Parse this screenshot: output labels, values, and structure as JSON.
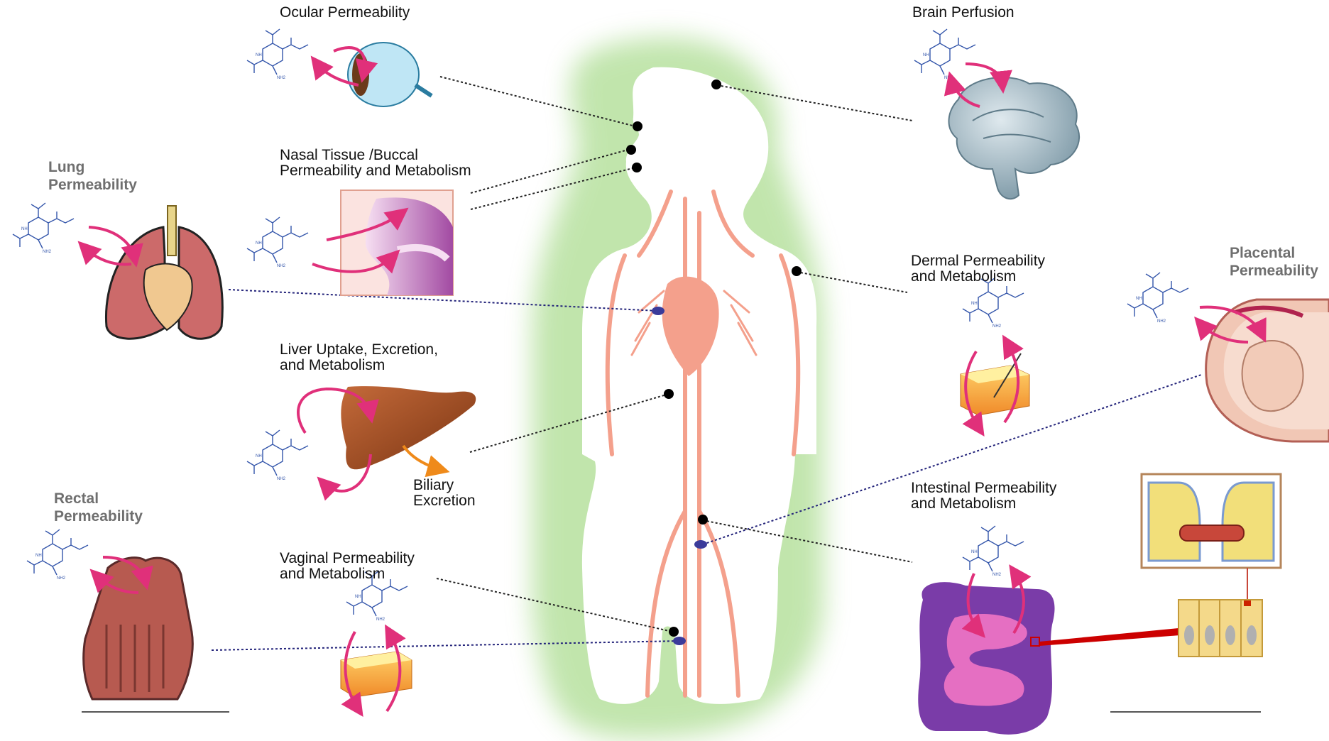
{
  "labels": {
    "ocular": "Ocular Permeability",
    "brain": "Brain Perfusion",
    "nasal": "Nasal Tissue /Buccal\nPermeability and Metabolism",
    "lung": "Lung\nPermeability",
    "dermal": "Dermal Permeability\nand Metabolism",
    "placental": "Placental\nPermeability",
    "liver": "Liver Uptake, Excretion,\nand Metabolism",
    "biliary": "Biliary\nExcretion",
    "intestinal": "Intestinal Permeability\nand Metabolism",
    "rectal": "Rectal\nPermeability",
    "vaginal": "Vaginal Permeability\nand Metabolism"
  },
  "colors": {
    "halo": "#8fd06a",
    "body": "#ffffff",
    "vessel": "#f4a08c",
    "arrow": "#e0307a",
    "molecule": "#3355aa",
    "connector_black": "#222222",
    "connector_blue": "#23237a",
    "biliary_arrow": "#ef8a1a",
    "label_gray": "#6f6f6f"
  },
  "icons": [
    "eye-icon",
    "brain-icon",
    "nasal-cavity-icon",
    "lungs-icon",
    "skin-tissue-icon",
    "fetus-uterus-icon",
    "liver-icon",
    "intestine-icon",
    "enterocyte-icon",
    "rectum-icon",
    "vaginal-tissue-icon",
    "molecule-structure-icon"
  ]
}
